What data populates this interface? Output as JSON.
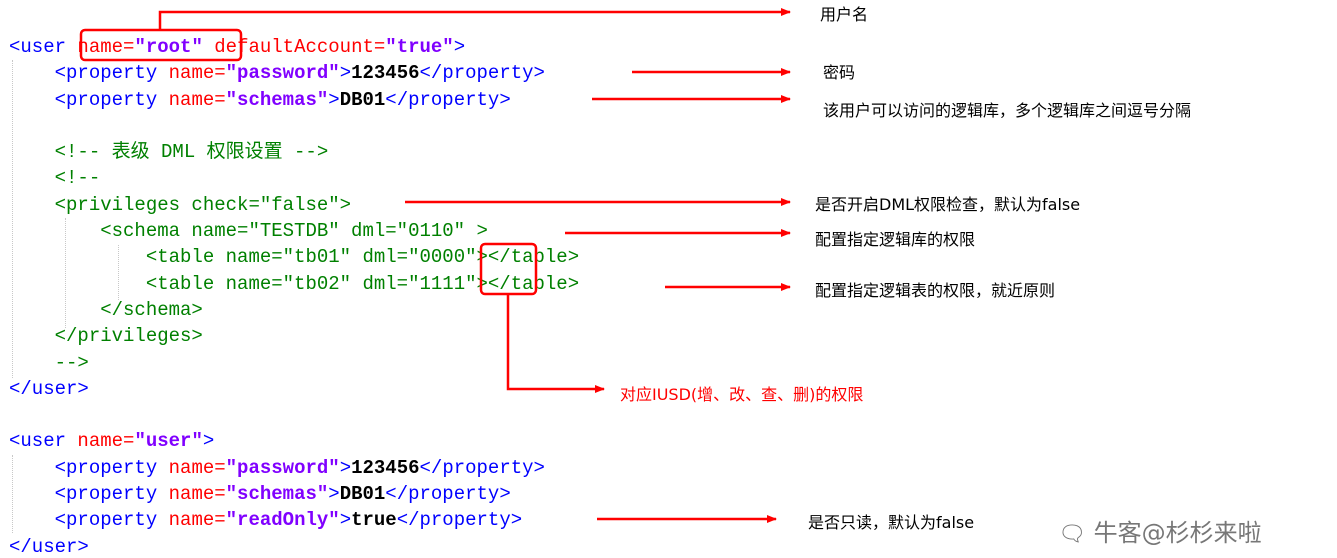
{
  "code": {
    "block1": {
      "user_open_prefix": "<user ",
      "name_attr": "name=",
      "name_value": "\"root\"",
      "default_attr": " defaultAccount=",
      "default_value": "\"true\"",
      "tag_close": ">",
      "prop_password_open": "<property ",
      "prop_name_attr": "name=",
      "password_key": "\"password\"",
      "password_value": "123456",
      "prop_close": "</property>",
      "schemas_key": "\"schemas\"",
      "schemas_value": "DB01",
      "comment_dml": "<!-- 表级 DML 权限设置 -->",
      "comment_open": "<!--",
      "privileges_open": "<privileges check=\"false\">",
      "schema_open": "<schema name=\"TESTDB\" dml=\"0110\" >",
      "table1_prefix": "<table name=\"tb01\" dml=\"",
      "table1_dml": "0000",
      "table_suffix": "\"></table>",
      "table2_prefix": "<table name=\"tb02\" dml=\"",
      "table2_dml": "1111",
      "schema_close": "</schema>",
      "privileges_close": "</privileges>",
      "comment_close": "-->",
      "user_close": "</user>"
    },
    "block2": {
      "user_open_prefix": "<user ",
      "name_attr": "name=",
      "name_value": "\"user\"",
      "tag_close": ">",
      "prop_open": "<property ",
      "prop_name_attr": "name=",
      "password_key": "\"password\"",
      "password_value": "123456",
      "prop_close": "</property>",
      "schemas_key": "\"schemas\"",
      "schemas_value": "DB01",
      "readonly_key": "\"readOnly\"",
      "readonly_value": "true",
      "user_close": "</user>"
    }
  },
  "annotations": {
    "username": "用户名",
    "password": "密码",
    "schemas": "该用户可以访问的逻辑库，多个逻辑库之间逗号分隔",
    "privileges_check": "是否开启DML权限检查，默认为false",
    "schema_privilege": "配置指定逻辑库的权限",
    "table_privilege": "配置指定逻辑表的权限，就近原则",
    "iusd": "对应IUSD(增、改、查、删)的权限",
    "readonly": "是否只读，默认为false"
  },
  "watermark": "牛客@杉杉来啦",
  "colors": {
    "tag": "#0000ff",
    "attribute": "#ff0000",
    "value": "#8000ff",
    "comment": "#008000",
    "highlight": "#ff0000"
  }
}
